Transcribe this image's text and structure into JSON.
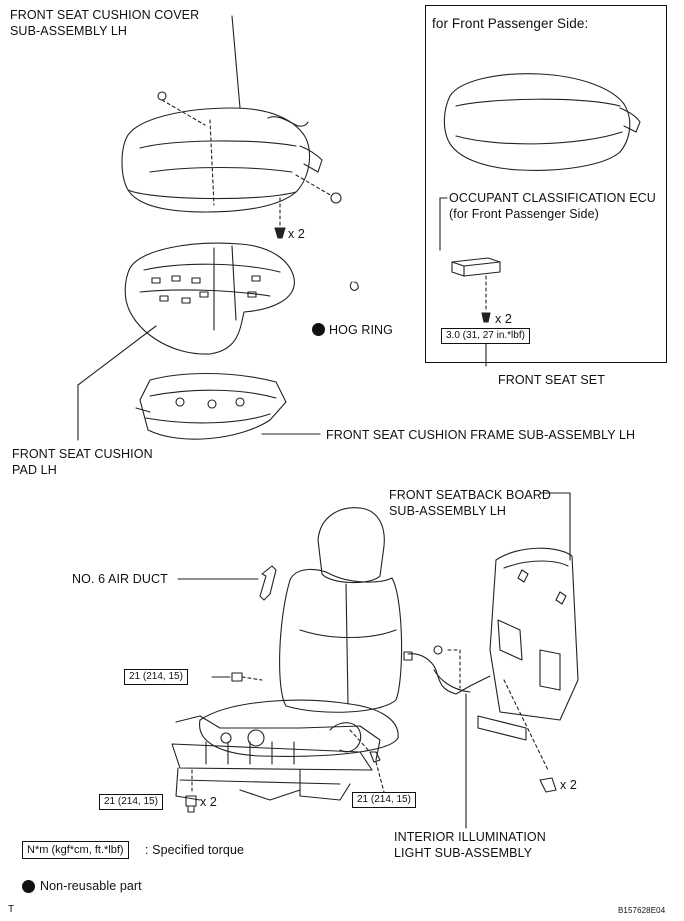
{
  "labels": {
    "cover": "FRONT SEAT CUSHION COVER\nSUB-ASSEMBLY LH",
    "x2_clip": "x 2",
    "hog_ring": "HOG RING",
    "cushion_pad": "FRONT SEAT CUSHION\nPAD LH",
    "cushion_frame": "FRONT SEAT CUSHION FRAME SUB-ASSEMBLY LH",
    "passenger_header": "for Front Passenger Side:",
    "occupant_ecu": "OCCUPANT CLASSIFICATION ECU\n(for Front Passenger Side)",
    "x2_ecu": "x 2",
    "ecu_torque": "3.0 (31, 27 in.*lbf)",
    "front_seat_set": "FRONT SEAT SET",
    "seatback_board": "FRONT SEATBACK BOARD\nSUB-ASSEMBLY LH",
    "air_duct": "NO. 6 AIR DUCT",
    "torque_upper": "21 (214, 15)",
    "torque_lower_left": "21 (214, 15)",
    "x2_bolts": "x 2",
    "torque_lower_right": "21 (214, 15)",
    "x2_screws": "x 2",
    "illumination": "INTERIOR ILLUMINATION\nLIGHT SUB-ASSEMBLY",
    "legend_torque_unit": "N*m (kgf*cm, ft.*lbf)",
    "legend_torque_text": ": Specified torque",
    "legend_nonreusable": "Non-reusable part",
    "footer_left": "T",
    "footer_right": "B157628E04"
  }
}
